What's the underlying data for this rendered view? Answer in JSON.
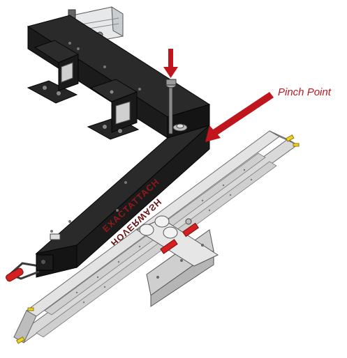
{
  "callout": {
    "label": "Pinch Point"
  },
  "brand": {
    "text": "EXACTATTACH",
    "mirror_text": "HOVERWASH"
  },
  "colors": {
    "frame": "#1b1b1b",
    "frame_edge": "#050505",
    "plate": "#2a2a2a",
    "arrow": "#c0151c",
    "brand_text": "#8e1a1a",
    "rail": "#d9d9d9",
    "rail_edge": "#6e6e6e",
    "motor": "#e6e8ea",
    "handle_red": "#d42020",
    "accent_yellow": "#f2d21e"
  },
  "icons": {
    "down_arrow": "red-down-arrow",
    "pointer_arrow": "red-diagonal-arrow"
  }
}
